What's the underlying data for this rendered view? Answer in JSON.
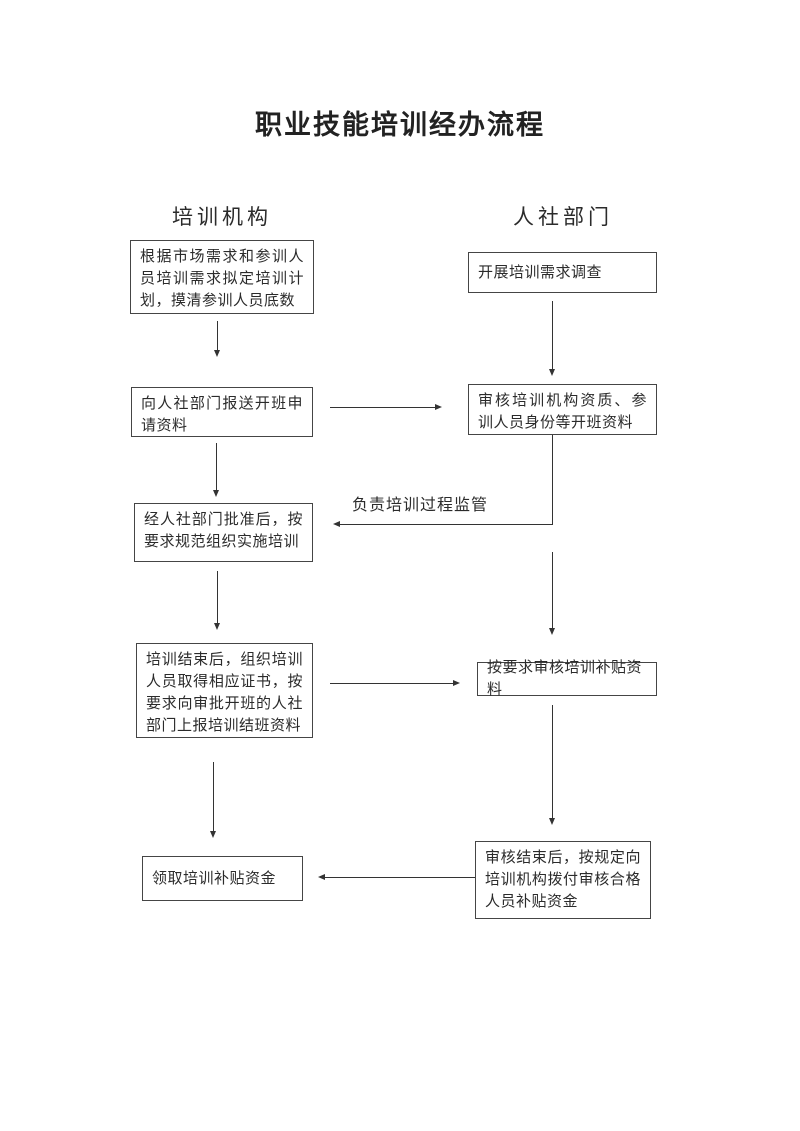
{
  "page": {
    "title": "职业技能培训经办流程"
  },
  "columns": {
    "left_header": "培训机构",
    "right_header": "人社部门"
  },
  "boxes": {
    "l1": "根据市场需求和参训人员培训需求拟定培训计划，摸清参训人员底数",
    "l2": "向人社部门报送开班申请资料",
    "l3": "经人社部门批准后，按要求规范组织实施培训",
    "l4": "培训结束后，组织培训人员取得相应证书，按要求向审批开班的人社部门上报培训结班资料",
    "l5": "领取培训补贴资金",
    "r1": "开展培训需求调查",
    "r2": "审核培训机构资质、参训人员身份等开班资料",
    "r3": "按要求审核培训补贴资料",
    "r4": "审核结束后，按规定向培训机构拨付审核合格人员补贴资金"
  },
  "labels": {
    "supervision_note": "负责培训过程监管"
  },
  "flow": {
    "edges": [
      {
        "from": "l1",
        "to": "l2"
      },
      {
        "from": "r1",
        "to": "r2"
      },
      {
        "from": "l2",
        "to": "r2"
      },
      {
        "from": "r2",
        "to": "l3",
        "label": "负责培训过程监管"
      },
      {
        "from": "r2",
        "to": "r3"
      },
      {
        "from": "l3",
        "to": "l4"
      },
      {
        "from": "l4",
        "to": "r3"
      },
      {
        "from": "l4",
        "to": "l5"
      },
      {
        "from": "r3",
        "to": "r4"
      },
      {
        "from": "r4",
        "to": "l5"
      }
    ]
  },
  "colors": {
    "ink": "#2b2b2b",
    "box_border": "#454545",
    "background": "#ffffff"
  }
}
